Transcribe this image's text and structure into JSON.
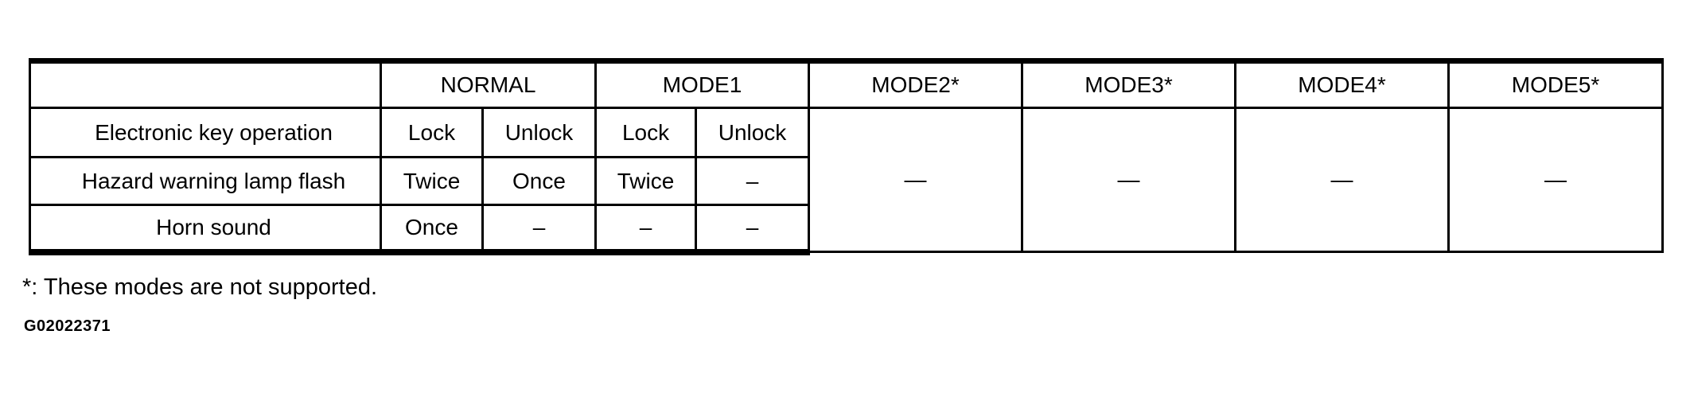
{
  "table": {
    "corner_label": "",
    "mode_headers": [
      "NORMAL",
      "MODE1",
      "MODE2*",
      "MODE3*",
      "MODE4*",
      "MODE5*"
    ],
    "rows": [
      {
        "label": "Electronic key operation",
        "cells": [
          "Lock",
          "Unlock",
          "Lock",
          "Unlock"
        ]
      },
      {
        "label": "Hazard warning lamp flash",
        "cells": [
          "Twice",
          "Once",
          "Twice",
          "–"
        ]
      },
      {
        "label": "Horn sound",
        "cells": [
          "Once",
          "–",
          "–",
          "–"
        ]
      }
    ],
    "unsupported_value": "—"
  },
  "footnote": "*: These modes are not supported.",
  "figure_id": "G02022371",
  "colors": {
    "ink": "#000000",
    "paper": "#ffffff"
  }
}
